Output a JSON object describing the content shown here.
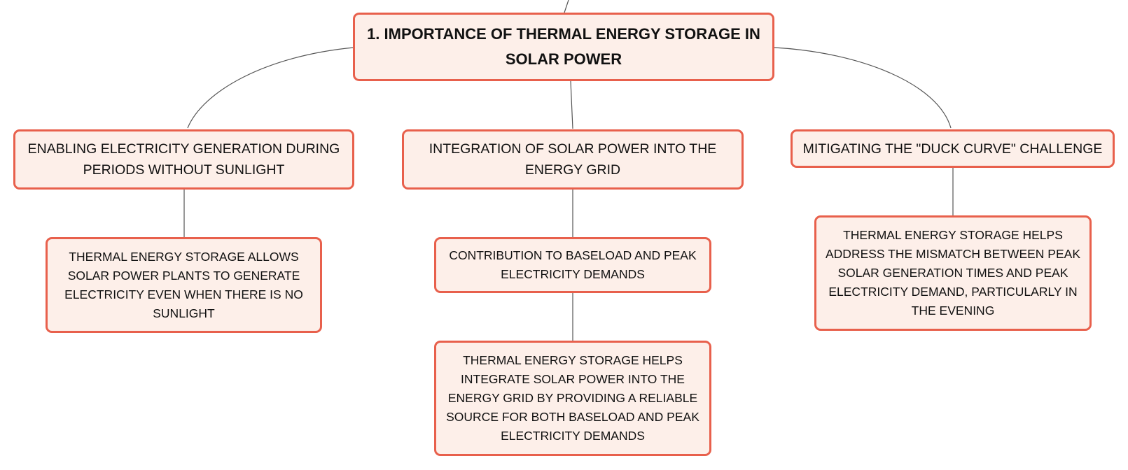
{
  "colors": {
    "node_fill": "#fdefe9",
    "node_border": "#e8604c",
    "connector": "#555555",
    "text": "#111111"
  },
  "nodes": {
    "root": {
      "text": "1. IMPORTANCE OF THERMAL ENERGY STORAGE IN SOLAR POWER"
    },
    "enabling": {
      "text": "ENABLING ELECTRICITY GENERATION DURING PERIODS WITHOUT SUNLIGHT"
    },
    "enabling_detail": {
      "text": "THERMAL ENERGY STORAGE ALLOWS SOLAR POWER PLANTS TO GENERATE ELECTRICITY EVEN WHEN THERE IS NO SUNLIGHT"
    },
    "integration": {
      "text": "INTEGRATION OF SOLAR POWER INTO THE ENERGY GRID"
    },
    "contribution": {
      "text": "CONTRIBUTION TO BASELOAD AND PEAK ELECTRICITY DEMANDS"
    },
    "contribution_detail": {
      "text": "THERMAL ENERGY STORAGE HELPS INTEGRATE SOLAR POWER INTO THE ENERGY GRID BY PROVIDING A RELIABLE SOURCE FOR BOTH BASELOAD AND PEAK ELECTRICITY DEMANDS"
    },
    "mitigating": {
      "text": "MITIGATING THE \"DUCK CURVE\" CHALLENGE"
    },
    "mitigating_detail": {
      "text": "THERMAL ENERGY STORAGE HELPS ADDRESS THE MISMATCH BETWEEN PEAK SOLAR GENERATION TIMES AND PEAK ELECTRICITY DEMAND, PARTICULARLY IN THE EVENING"
    }
  }
}
